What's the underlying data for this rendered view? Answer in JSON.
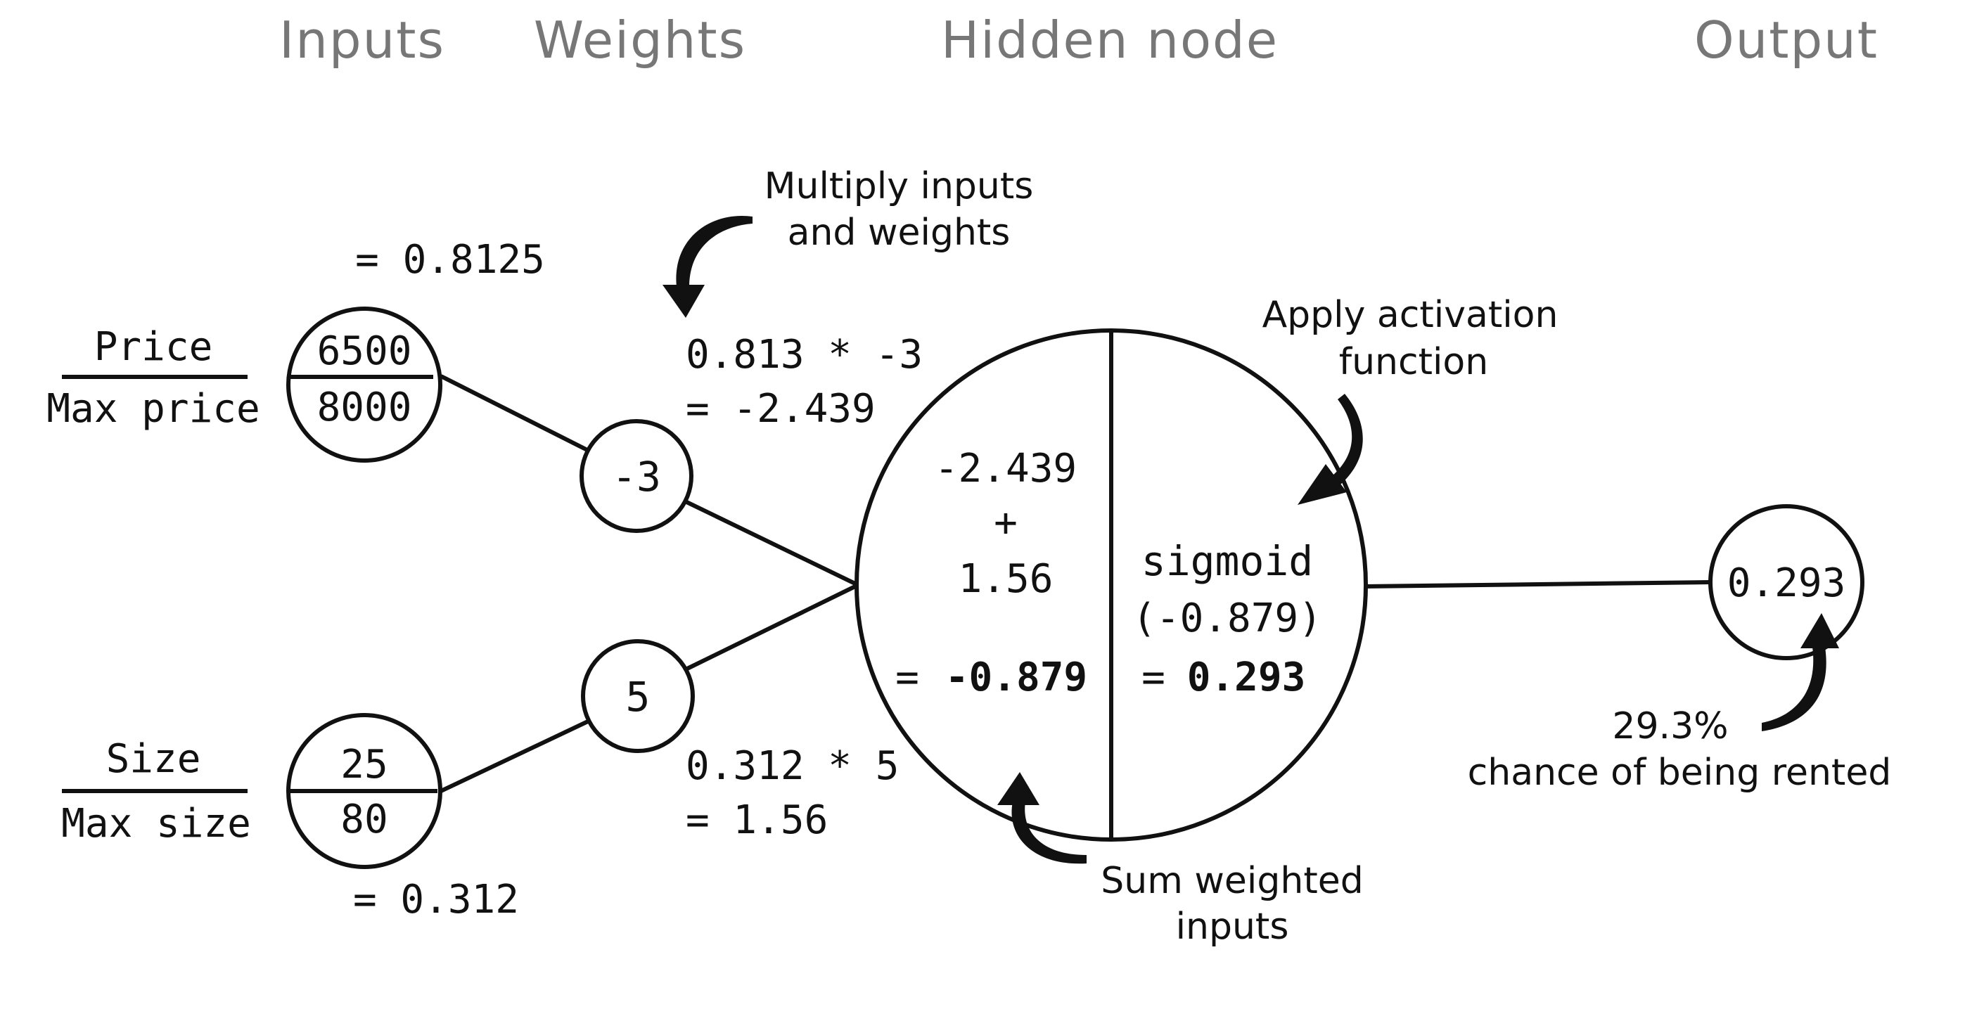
{
  "headers": {
    "inputs": "Inputs",
    "weights": "Weights",
    "hidden_node": "Hidden node",
    "output": "Output"
  },
  "inputs": [
    {
      "label_top": "Price",
      "label_bottom": "Max price",
      "numerator": "6500",
      "denominator": "8000",
      "result": "= 0.8125"
    },
    {
      "label_top": "Size",
      "label_bottom": "Max size",
      "numerator": "25",
      "denominator": "80",
      "result": "= 0.312"
    }
  ],
  "weights": [
    "-3",
    "5"
  ],
  "products": [
    {
      "line1": "0.813 * -3",
      "line2": "= -2.439"
    },
    {
      "line1": "0.312 * 5",
      "line2": "= 1.56"
    }
  ],
  "hidden": {
    "sum_term1": "-2.439",
    "plus": "+",
    "sum_term2": "1.56",
    "sum_result_prefix": "=",
    "sum_result": "-0.879",
    "activation_fn": "sigmoid",
    "activation_arg": "(-0.879)",
    "activation_result_prefix": "=",
    "activation_result": "0.293"
  },
  "output": {
    "value": "0.293"
  },
  "annotations": {
    "multiply_line1": "Multiply inputs",
    "multiply_line2": "and weights",
    "activation_line1": "Apply activation",
    "activation_line2": "function",
    "sum_line1": "Sum weighted",
    "sum_line2": "inputs",
    "output_line1": "29.3%",
    "output_line2": "chance of being rented"
  }
}
